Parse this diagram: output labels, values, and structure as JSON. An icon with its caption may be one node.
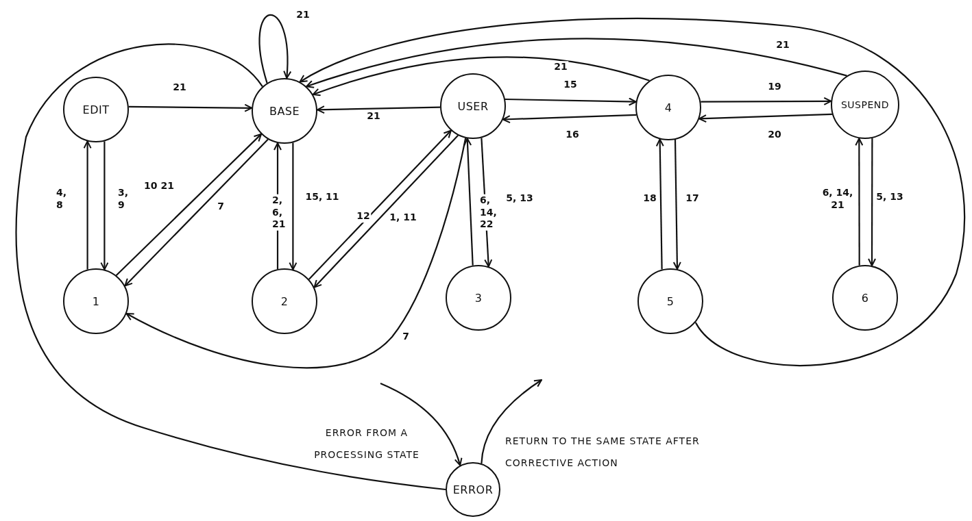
{
  "diagram": {
    "nodes": [
      {
        "text": [
          "EDIT"
        ]
      },
      {
        "text": [
          "BASE"
        ]
      },
      {
        "text": [
          "USER"
        ]
      },
      {
        "text": [
          "4"
        ]
      },
      {
        "text": [
          "SUSPEND"
        ]
      },
      {
        "text": [
          "1"
        ]
      },
      {
        "text": [
          "2"
        ]
      },
      {
        "text": [
          "3"
        ]
      },
      {
        "text": [
          "5"
        ]
      },
      {
        "text": [
          "6"
        ]
      },
      {
        "text": [
          "ERROR"
        ]
      }
    ],
    "edges": [
      {
        "from": 0,
        "to": 1,
        "arrow": "to",
        "label": "21"
      },
      {
        "from": 1,
        "to": 1,
        "arrow": "to",
        "label": "21"
      },
      {
        "from": 5,
        "to": 0,
        "arrow": "to",
        "label": "4, 8"
      },
      {
        "from": 0,
        "to": 5,
        "arrow": "to",
        "label": "3, 9"
      },
      {
        "from": 5,
        "to": 1,
        "arrow": "to",
        "label": "10 21"
      },
      {
        "from": 1,
        "to": 5,
        "arrow": "to",
        "label": "7"
      },
      {
        "from": 6,
        "to": 1,
        "arrow": "to",
        "label": "2, 6, 21"
      },
      {
        "from": 1,
        "to": 6,
        "arrow": "to",
        "label": "15, 11"
      },
      {
        "from": 6,
        "to": 2,
        "arrow": "to",
        "label": "12"
      },
      {
        "from": 2,
        "to": 6,
        "arrow": "to",
        "label": "1, 11"
      },
      {
        "from": 2,
        "to": 1,
        "arrow": "to",
        "label": "21"
      },
      {
        "from": 2,
        "to": 5,
        "arrow": "to",
        "label": "7"
      },
      {
        "from": 7,
        "to": 2,
        "arrow": "to",
        "label": "6, 14, 22"
      },
      {
        "from": 2,
        "to": 7,
        "arrow": "to",
        "label": "5, 13"
      },
      {
        "from": 2,
        "to": 3,
        "arrow": "to",
        "label": "15"
      },
      {
        "from": 3,
        "to": 2,
        "arrow": "to",
        "label": "16"
      },
      {
        "from": 3,
        "to": 1,
        "arrow": "to",
        "label": "21"
      },
      {
        "from": 3,
        "to": 4,
        "arrow": "to",
        "label": "19"
      },
      {
        "from": 4,
        "to": 3,
        "arrow": "to",
        "label": "20"
      },
      {
        "from": 4,
        "to": 1,
        "arrow": "to",
        "label": "21"
      },
      {
        "from": 8,
        "to": 1,
        "arrow": "to"
      },
      {
        "from": 8,
        "to": 3,
        "arrow": "to",
        "label": "18"
      },
      {
        "from": 3,
        "to": 8,
        "arrow": "to",
        "label": "17"
      },
      {
        "from": 9,
        "to": 4,
        "arrow": "to",
        "label": "6, 14, 21"
      },
      {
        "from": 4,
        "to": 9,
        "arrow": "to",
        "label": "5, 13"
      },
      {
        "from": 1,
        "to": 10,
        "arrow": "none"
      },
      {
        "from": null,
        "to": 10,
        "arrow": "to",
        "label": "ERROR FROM A PROCESSING STATE"
      },
      {
        "from": 10,
        "to": null,
        "arrow": "to",
        "label": "RETURN TO THE SAME STATE AFTER CORRECTIVE ACTION"
      }
    ]
  }
}
